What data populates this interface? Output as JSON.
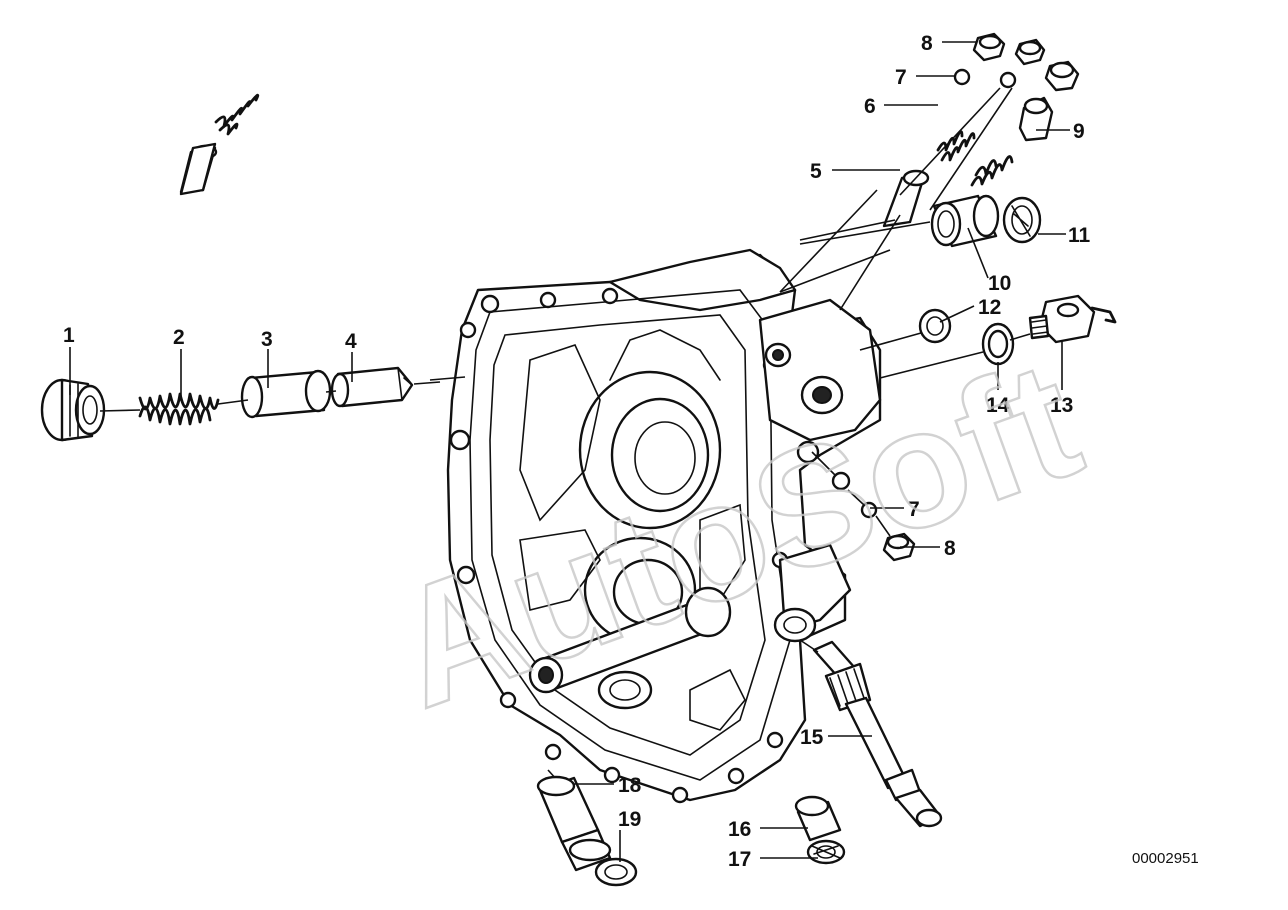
{
  "diagram": {
    "reference_number": "00002951",
    "watermark_text": "AutoSoft",
    "callouts": [
      "1",
      "2",
      "3",
      "4",
      "5",
      "6",
      "7",
      "8",
      "9",
      "10",
      "11",
      "12",
      "13",
      "14",
      "15",
      "7",
      "8",
      "16",
      "17",
      "18",
      "19"
    ]
  }
}
